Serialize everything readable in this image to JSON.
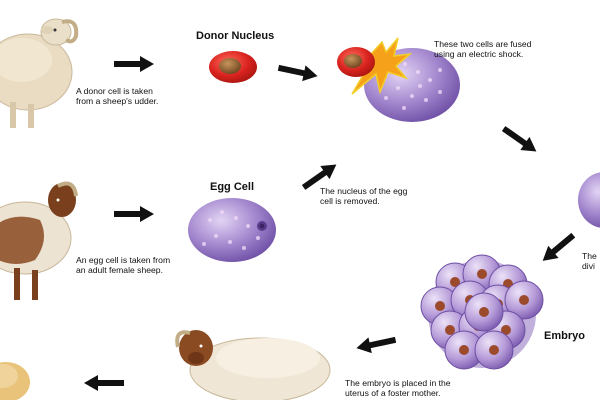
{
  "labels": {
    "donor_nucleus": "Donor Nucleus",
    "egg_cell": "Egg Cell",
    "embryo": "Embryo"
  },
  "captions": {
    "donor_cell": "A donor cell is taken\nfrom a sheep's udder.",
    "fused": "These two cells are fused\nusing an electric shock.",
    "egg_taken": "An egg cell is taken from\nan adult female sheep.",
    "nucleus_removed": "The nucleus of the egg\ncell is removed.",
    "divides": "The\ndivi",
    "placed": "The embryo is placed in the\nuterus of a foster mother."
  },
  "colors": {
    "wool_cream": "#e9dcc3",
    "wool_brown": "#8a4a22",
    "nucleus_red": "#d9231f",
    "nucleus_brown": "#8a5a2c",
    "cell_purple": "#a589cf",
    "spark_orange": "#f6a11a",
    "arrow": "#111111"
  },
  "icons": [
    "sheep-icon",
    "donor-nucleus-icon",
    "spark-icon",
    "egg-cell-icon",
    "embryo-icon",
    "arrow-icon"
  ]
}
